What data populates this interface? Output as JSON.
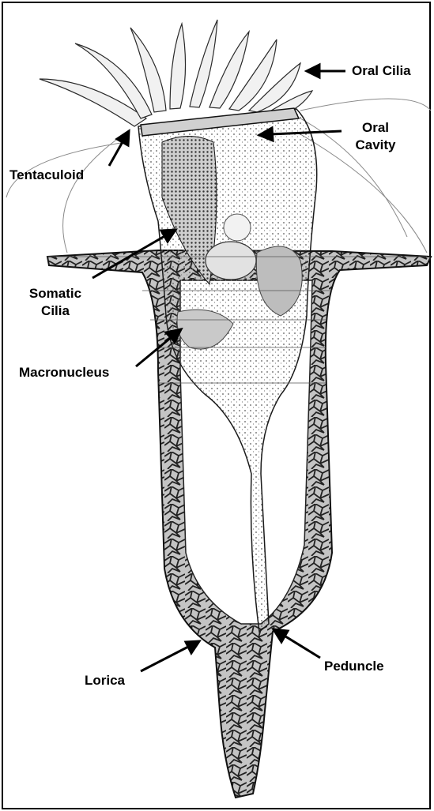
{
  "figure": {
    "subject": "ciliate-in-lorica",
    "labels": {
      "oral_cilia": "Oral Cilia",
      "oral_cavity_line1": "Oral",
      "oral_cavity_line2": "Cavity",
      "tentaculoid": "Tentaculoid",
      "somatic_cilia_line1": "Somatic",
      "somatic_cilia_line2": "Cilia",
      "macronucleus": "Macronucleus",
      "peduncle": "Peduncle",
      "lorica": "Lorica"
    },
    "colors": {
      "ink": "#000000",
      "lorica_fill": "#b8b8b8",
      "body_fill": "#e6e6e6",
      "stipple": "#6a6a6a",
      "background": "#ffffff"
    }
  }
}
